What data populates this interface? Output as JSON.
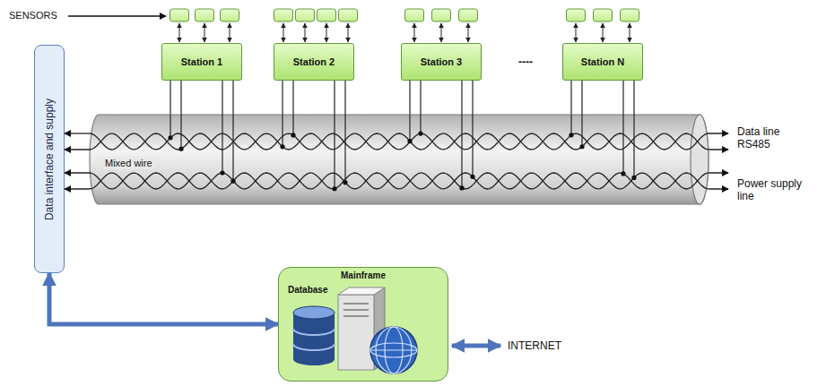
{
  "diagram": {
    "nodes": [
      {
        "text": [
          "Station 1"
        ]
      },
      {
        "text": [
          "Station 2"
        ]
      },
      {
        "text": [
          "Station 3"
        ]
      },
      {
        "text": [
          "Station N"
        ]
      },
      {
        "text": [
          "Mixed wire"
        ]
      },
      {
        "text": [
          "Data interface and supply"
        ]
      },
      {
        "text": [
          "Mainframe",
          "Database"
        ]
      }
    ],
    "edges": [
      {
        "from": 0,
        "to": 4,
        "arrow": "none"
      },
      {
        "from": 1,
        "to": 4,
        "arrow": "none"
      },
      {
        "from": 2,
        "to": 4,
        "arrow": "none"
      },
      {
        "from": 3,
        "to": 4,
        "arrow": "none"
      },
      {
        "from": 4,
        "to": 5,
        "arrow": "to"
      },
      {
        "from": 5,
        "to": 6,
        "arrow": "both"
      }
    ],
    "labels": [
      "SENSORS",
      "----",
      "Data line RS485",
      "Power supply line",
      "INTERNET"
    ]
  }
}
